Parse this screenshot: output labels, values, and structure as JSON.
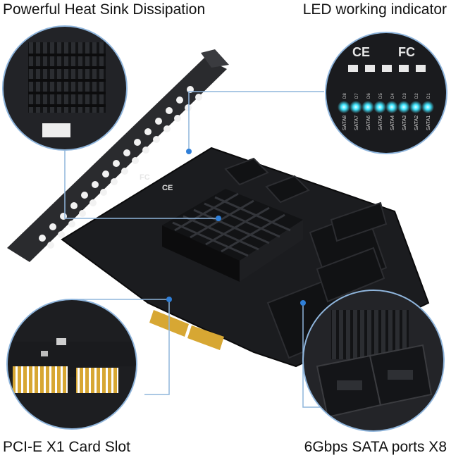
{
  "captions": {
    "top_left": "Powerful Heat Sink Dissipation",
    "top_right": "LED working indicator",
    "bottom_left": "PCI-E X1 Card Slot",
    "bottom_right": "6Gbps SATA ports X8"
  },
  "led_panel": {
    "port_labels": [
      "SATA8",
      "SATA7",
      "SATA6",
      "SATA5",
      "SATA4",
      "SATA3",
      "SATA2",
      "SATA1"
    ],
    "led_labels": [
      "D8",
      "D7",
      "D6",
      "D5",
      "D4",
      "D3",
      "D2",
      "D1"
    ]
  },
  "colors": {
    "pcb": "#1b1c1f",
    "heatsink": "#151618",
    "bracket": "#2a2b2e",
    "gold_contacts": "#d7a733",
    "callout_line": "#8fb5dc",
    "led_glow": "#42e6ff"
  }
}
